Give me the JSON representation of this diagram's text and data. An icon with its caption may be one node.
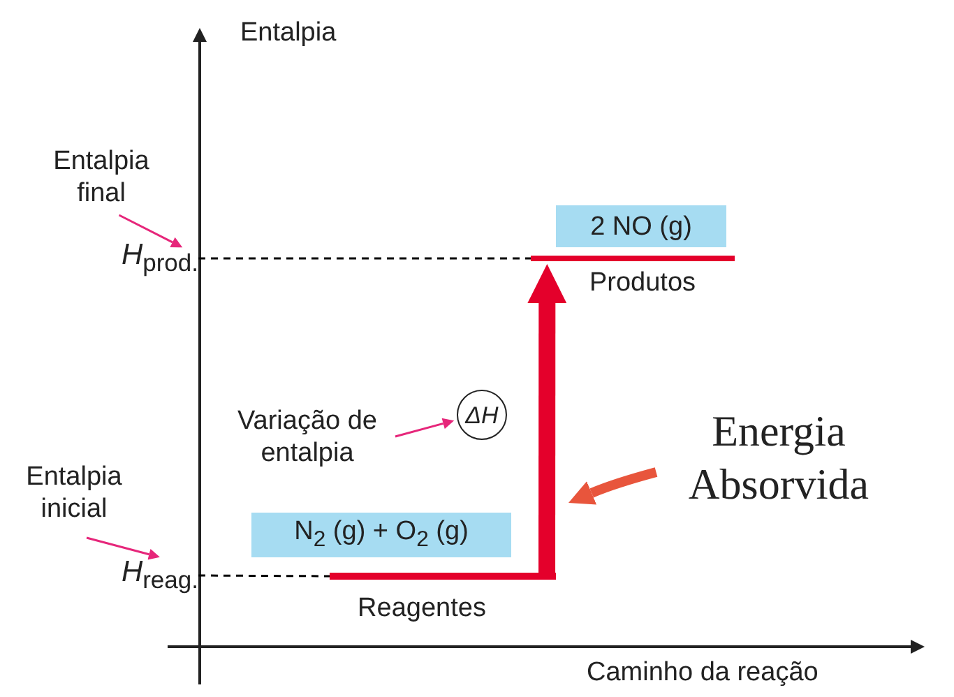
{
  "diagram": {
    "nodes": [
      {
        "text": [
          "Entalpia final"
        ]
      },
      {
        "text": [
          "*H*$_{prod.}$"
        ]
      },
      {
        "text": [
          "2 NO (g)"
        ]
      },
      {
        "text": [],
        "shape": "bar",
        "beside": [
          "Produtos"
        ]
      },
      {
        "text": [
          "Variação de entalpia"
        ]
      },
      {
        "text": [
          "ΔH"
        ]
      },
      {
        "text": [
          "Energia Absorvida"
        ]
      },
      {
        "text": [
          "Entalpia inicial"
        ]
      },
      {
        "text": [
          "N$_{2}$ (g) + O$_{2}$ (g)"
        ]
      },
      {
        "text": [
          "*H*$_{reag.}$"
        ]
      },
      {
        "text": [],
        "shape": "bar",
        "beside": [
          "Reagentes"
        ]
      }
    ],
    "edges": [
      {
        "from": 0,
        "to": 1,
        "arrow": "to"
      },
      {
        "from": 1,
        "to": 3,
        "arrow": "none",
        "style": "dashed",
        "color": "#000000"
      },
      {
        "from": 4,
        "to": 5,
        "arrow": "to"
      },
      {
        "from": 7,
        "to": 9,
        "arrow": "to"
      },
      {
        "from": 9,
        "to": 10,
        "arrow": "none",
        "style": "dashed",
        "color": "#000000"
      },
      {
        "from": 10,
        "to": 3,
        "arrow": "to",
        "style": "thick",
        "color": "#e4002b"
      },
      {
        "from": 6,
        "to": null,
        "arrow": "to",
        "style": "thick",
        "color": "#e8553c"
      }
    ],
    "labels": [
      "Entalpia",
      "Caminho da reação"
    ]
  }
}
